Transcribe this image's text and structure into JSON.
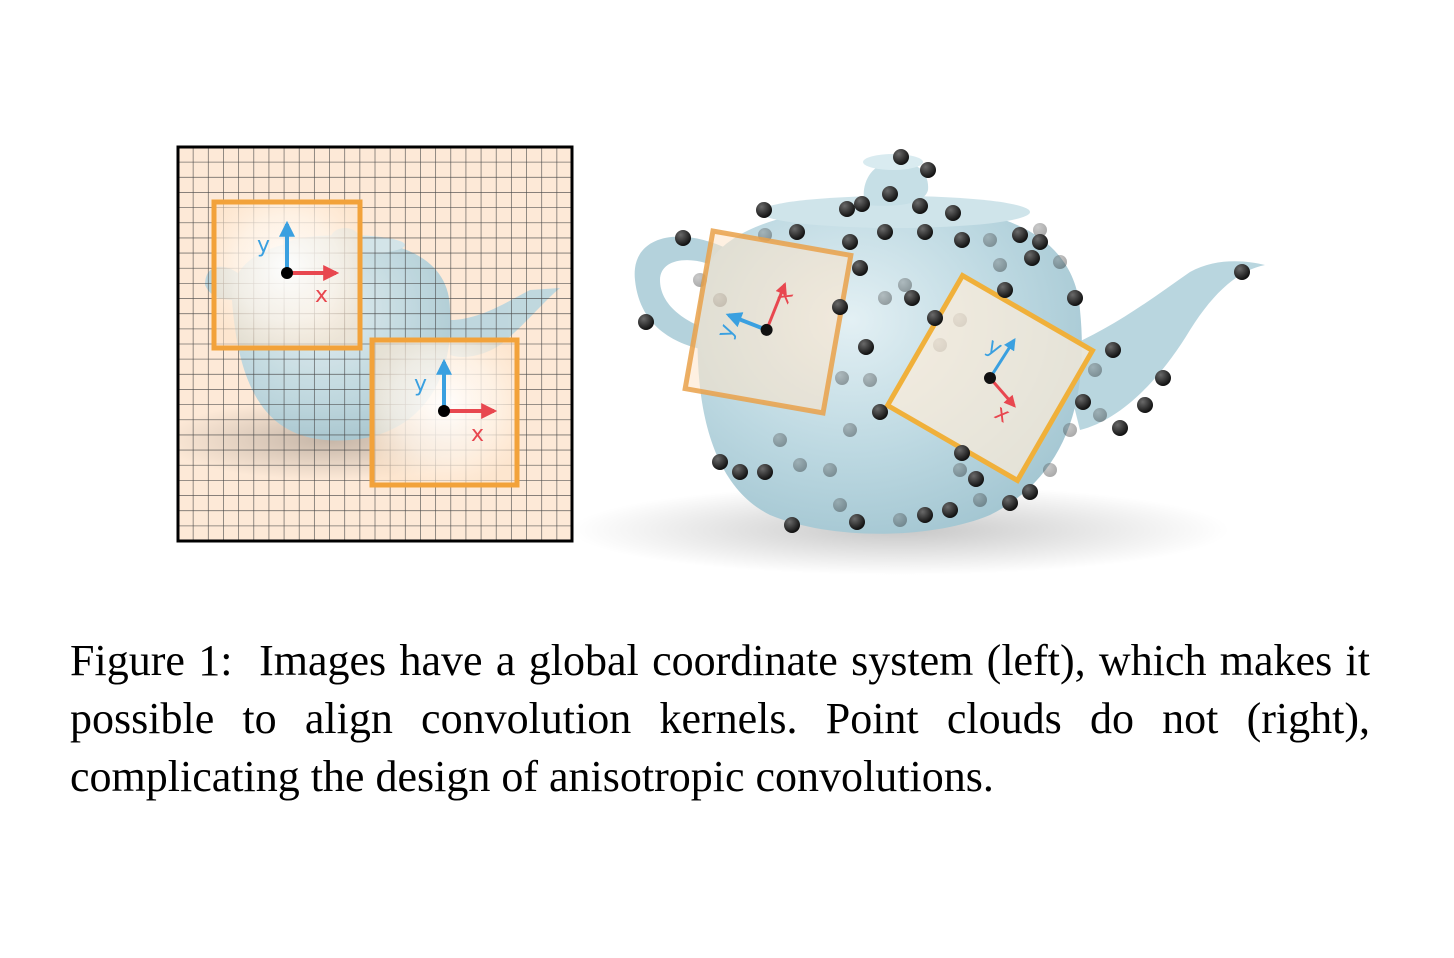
{
  "figure": {
    "left_panel": {
      "kernels": [
        {
          "x_axis_label": "x",
          "y_axis_label": "y"
        },
        {
          "x_axis_label": "x",
          "y_axis_label": "y"
        }
      ]
    },
    "right_panel": {
      "kernels": [
        {
          "x_axis_label": "x",
          "y_axis_label": "y"
        },
        {
          "x_axis_label": "x",
          "y_axis_label": "y"
        }
      ]
    },
    "colors": {
      "grid_background": "#fde9d7",
      "grid_line": "#4a4a4a",
      "kernel_border": "#f2a23a",
      "x_axis": "#e8474f",
      "y_axis": "#3aa0e0",
      "teapot": "#b9d6df",
      "point": "#2a2a2a"
    }
  },
  "caption": {
    "label": "Figure 1:",
    "text": "Images have a global coordinate system (left), which makes it possible to align convolution kernels. Point clouds do not (right), complicating the design of anisotropic convolutions."
  }
}
